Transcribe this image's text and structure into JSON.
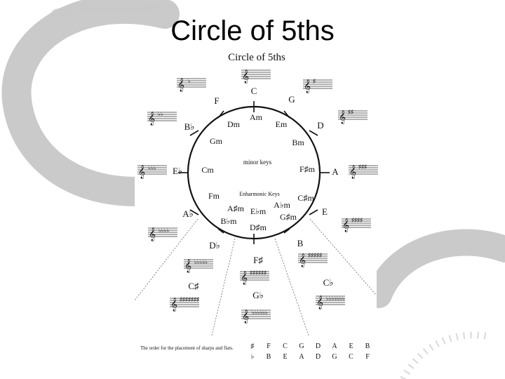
{
  "slide": {
    "title": "Circle of 5ths",
    "accent_color": "#b8b8b8"
  },
  "diagram": {
    "title": "Circle of 5ths",
    "major_keys": [
      {
        "id": "c",
        "label": "C"
      },
      {
        "id": "g",
        "label": "G"
      },
      {
        "id": "d",
        "label": "D"
      },
      {
        "id": "a",
        "label": "A"
      },
      {
        "id": "e",
        "label": "E"
      },
      {
        "id": "b",
        "label": "B"
      },
      {
        "id": "f-sharp",
        "label": "F♯"
      },
      {
        "id": "c-sharp",
        "label": "C♯"
      },
      {
        "id": "g-flat",
        "label": "G♭"
      },
      {
        "id": "c-flat",
        "label": "C♭"
      },
      {
        "id": "d-flat",
        "label": "D♭"
      },
      {
        "id": "a-flat",
        "label": "A♭"
      },
      {
        "id": "e-flat",
        "label": "E♭"
      },
      {
        "id": "b-flat",
        "label": "B♭"
      },
      {
        "id": "f",
        "label": "F"
      }
    ],
    "minor_keys": [
      {
        "id": "am",
        "label": "Am"
      },
      {
        "id": "em",
        "label": "Em"
      },
      {
        "id": "bm",
        "label": "Bm"
      },
      {
        "id": "f-sharp-m",
        "label": "F♯m"
      },
      {
        "id": "c-sharp-m",
        "label": "C♯m"
      },
      {
        "id": "g-sharp-m",
        "label": "G♯m"
      },
      {
        "id": "d-sharp-m",
        "label": "D♯m"
      },
      {
        "id": "e-flat-m",
        "label": "E♭m"
      },
      {
        "id": "a-sharp-m",
        "label": "A♯m"
      },
      {
        "id": "b-flat-m",
        "label": "B♭m"
      },
      {
        "id": "a-flat-m",
        "label": "A♭m"
      },
      {
        "id": "fm",
        "label": "Fm"
      },
      {
        "id": "cm",
        "label": "Cm"
      },
      {
        "id": "gm",
        "label": "Gm"
      },
      {
        "id": "dm",
        "label": "Dm"
      }
    ],
    "minor_keys_label": "minor keys",
    "enharmonic_label": "Enharmonic Keys",
    "accidental_order": {
      "caption": "The order for the placement of sharps and flats.",
      "sharp_symbol": "♯",
      "flat_symbol": "♭",
      "sharps": [
        "F",
        "C",
        "G",
        "D",
        "A",
        "E",
        "B"
      ],
      "flats": [
        "B",
        "E",
        "A",
        "D",
        "G",
        "C",
        "F"
      ]
    }
  }
}
